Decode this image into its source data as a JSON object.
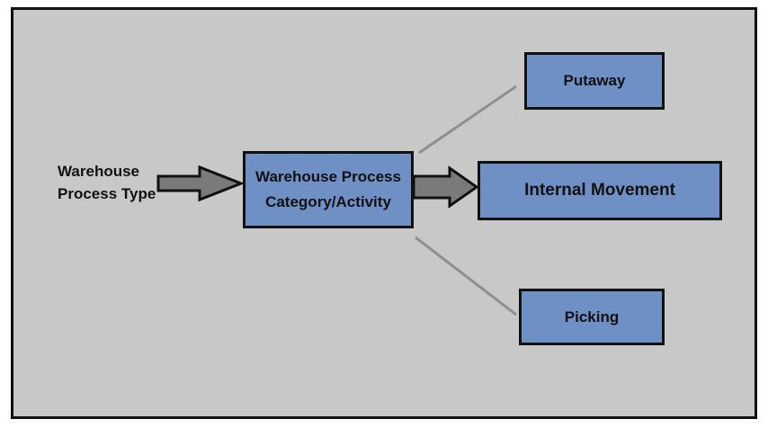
{
  "input_label": {
    "line1": "Warehouse",
    "line2": "Process Type"
  },
  "center_box": {
    "line1": "Warehouse Process",
    "line2": "Category/Activity"
  },
  "outputs": {
    "putaway": "Putaway",
    "internal_movement": "Internal Movement",
    "picking": "Picking"
  },
  "colors": {
    "background": "#c8c8c8",
    "box_fill": "#6f90c4",
    "border": "#111111",
    "arrow_fill": "#7a7a7a",
    "connector_line": "#8f8f8f"
  }
}
